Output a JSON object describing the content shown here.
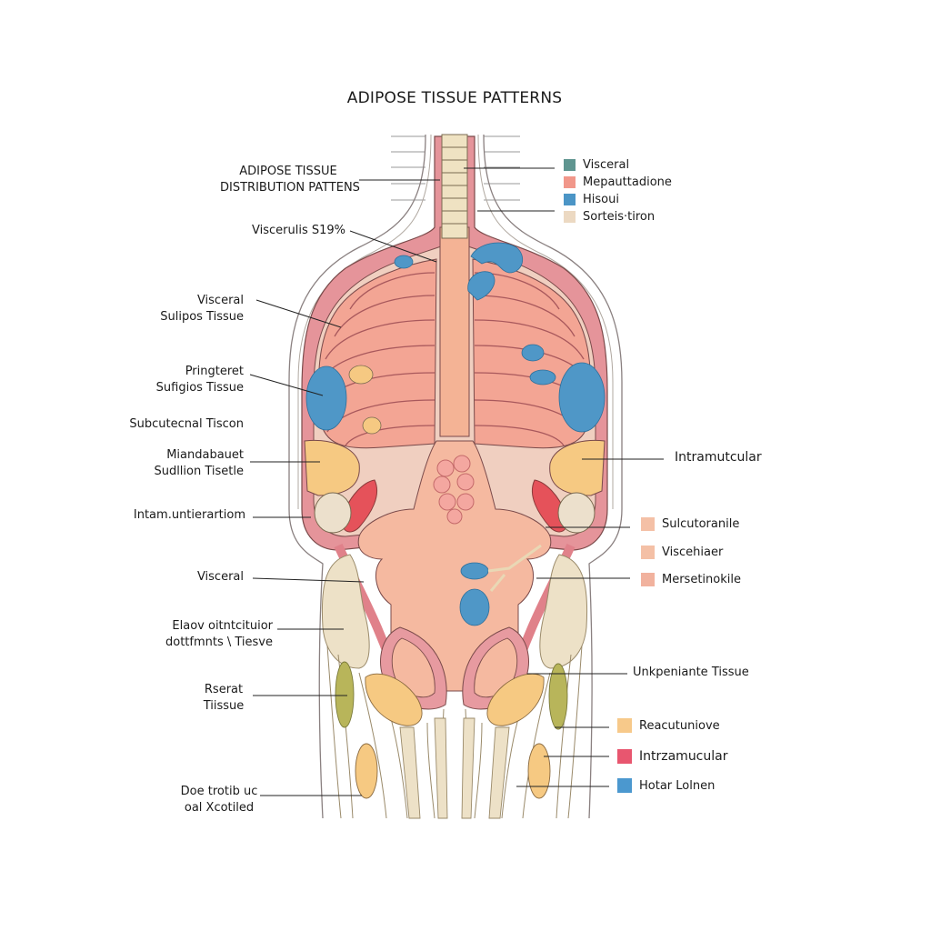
{
  "title": "ADIPOSE TISSUE PATTERNS",
  "subtitle": {
    "line1": "ADIPOSE TISSUE",
    "line2": "DISTRIBUTION PATTENS"
  },
  "left_labels": [
    {
      "id": "visceral-percent",
      "lines": [
        "Viscerulis S19%"
      ]
    },
    {
      "id": "visceral-sulipos",
      "lines": [
        "Visceral",
        "Sulipos Tissue"
      ]
    },
    {
      "id": "pringteret",
      "lines": [
        "Pringteret",
        "Sufigios Tissue"
      ]
    },
    {
      "id": "subcutaneous",
      "lines": [
        "Subcutecnal Tiscon"
      ]
    },
    {
      "id": "miandabauet",
      "lines": [
        "Miandabauet",
        "Sudllion Tisetle"
      ]
    },
    {
      "id": "intermuscular",
      "lines": [
        "Intam.untierartiom"
      ]
    },
    {
      "id": "visceral-lower",
      "lines": [
        "Visceral"
      ]
    },
    {
      "id": "elaov",
      "lines": [
        "Elaov oitntcituior",
        "dottfmnts \\ Tiesve"
      ]
    },
    {
      "id": "rserat",
      "lines": [
        "Rserat",
        "Tiissue"
      ]
    },
    {
      "id": "doe-trotib",
      "lines": [
        "Doe trotib uc",
        "oal Xcotiled"
      ]
    }
  ],
  "right_labels": [
    {
      "id": "intramuscular",
      "text": "Intramutcular"
    },
    {
      "id": "unkpeniante",
      "text": "Unkpeniante Tissue"
    }
  ],
  "legend_top": [
    {
      "label": "Visceral",
      "color": "#5f9590"
    },
    {
      "label": "Mepauttadione",
      "color": "#f1978a"
    },
    {
      "label": "Hisoui",
      "color": "#4b95c6"
    },
    {
      "label": "Sorteis·tiron",
      "color": "#ecd9c2"
    }
  ],
  "legend_middle": [
    {
      "label": "Sulcutoranile",
      "color": "#f4c0a6"
    },
    {
      "label": "Viscehiaer",
      "color": "#f4c0a6"
    },
    {
      "label": "Mersetinokile",
      "color": "#f1b29e"
    }
  ],
  "legend_bottom": [
    {
      "label": "Reacutuniove",
      "color": "#f7c98a"
    },
    {
      "label": "Intrzamucular",
      "color": "#e8566f"
    },
    {
      "label": "Hotar Lolnen",
      "color": "#4b98cf"
    }
  ],
  "colors": {
    "outline": "#6b4a48",
    "muscle_red": "#e0818a",
    "lung_pink": "#f3a594",
    "organ_peach": "#f5b9a0",
    "bone": "#ede1c7",
    "fat_yellow": "#f6c982",
    "fat_blue": "#4f97c7",
    "artery_red": "#e5525a",
    "olive": "#b8b55a"
  }
}
